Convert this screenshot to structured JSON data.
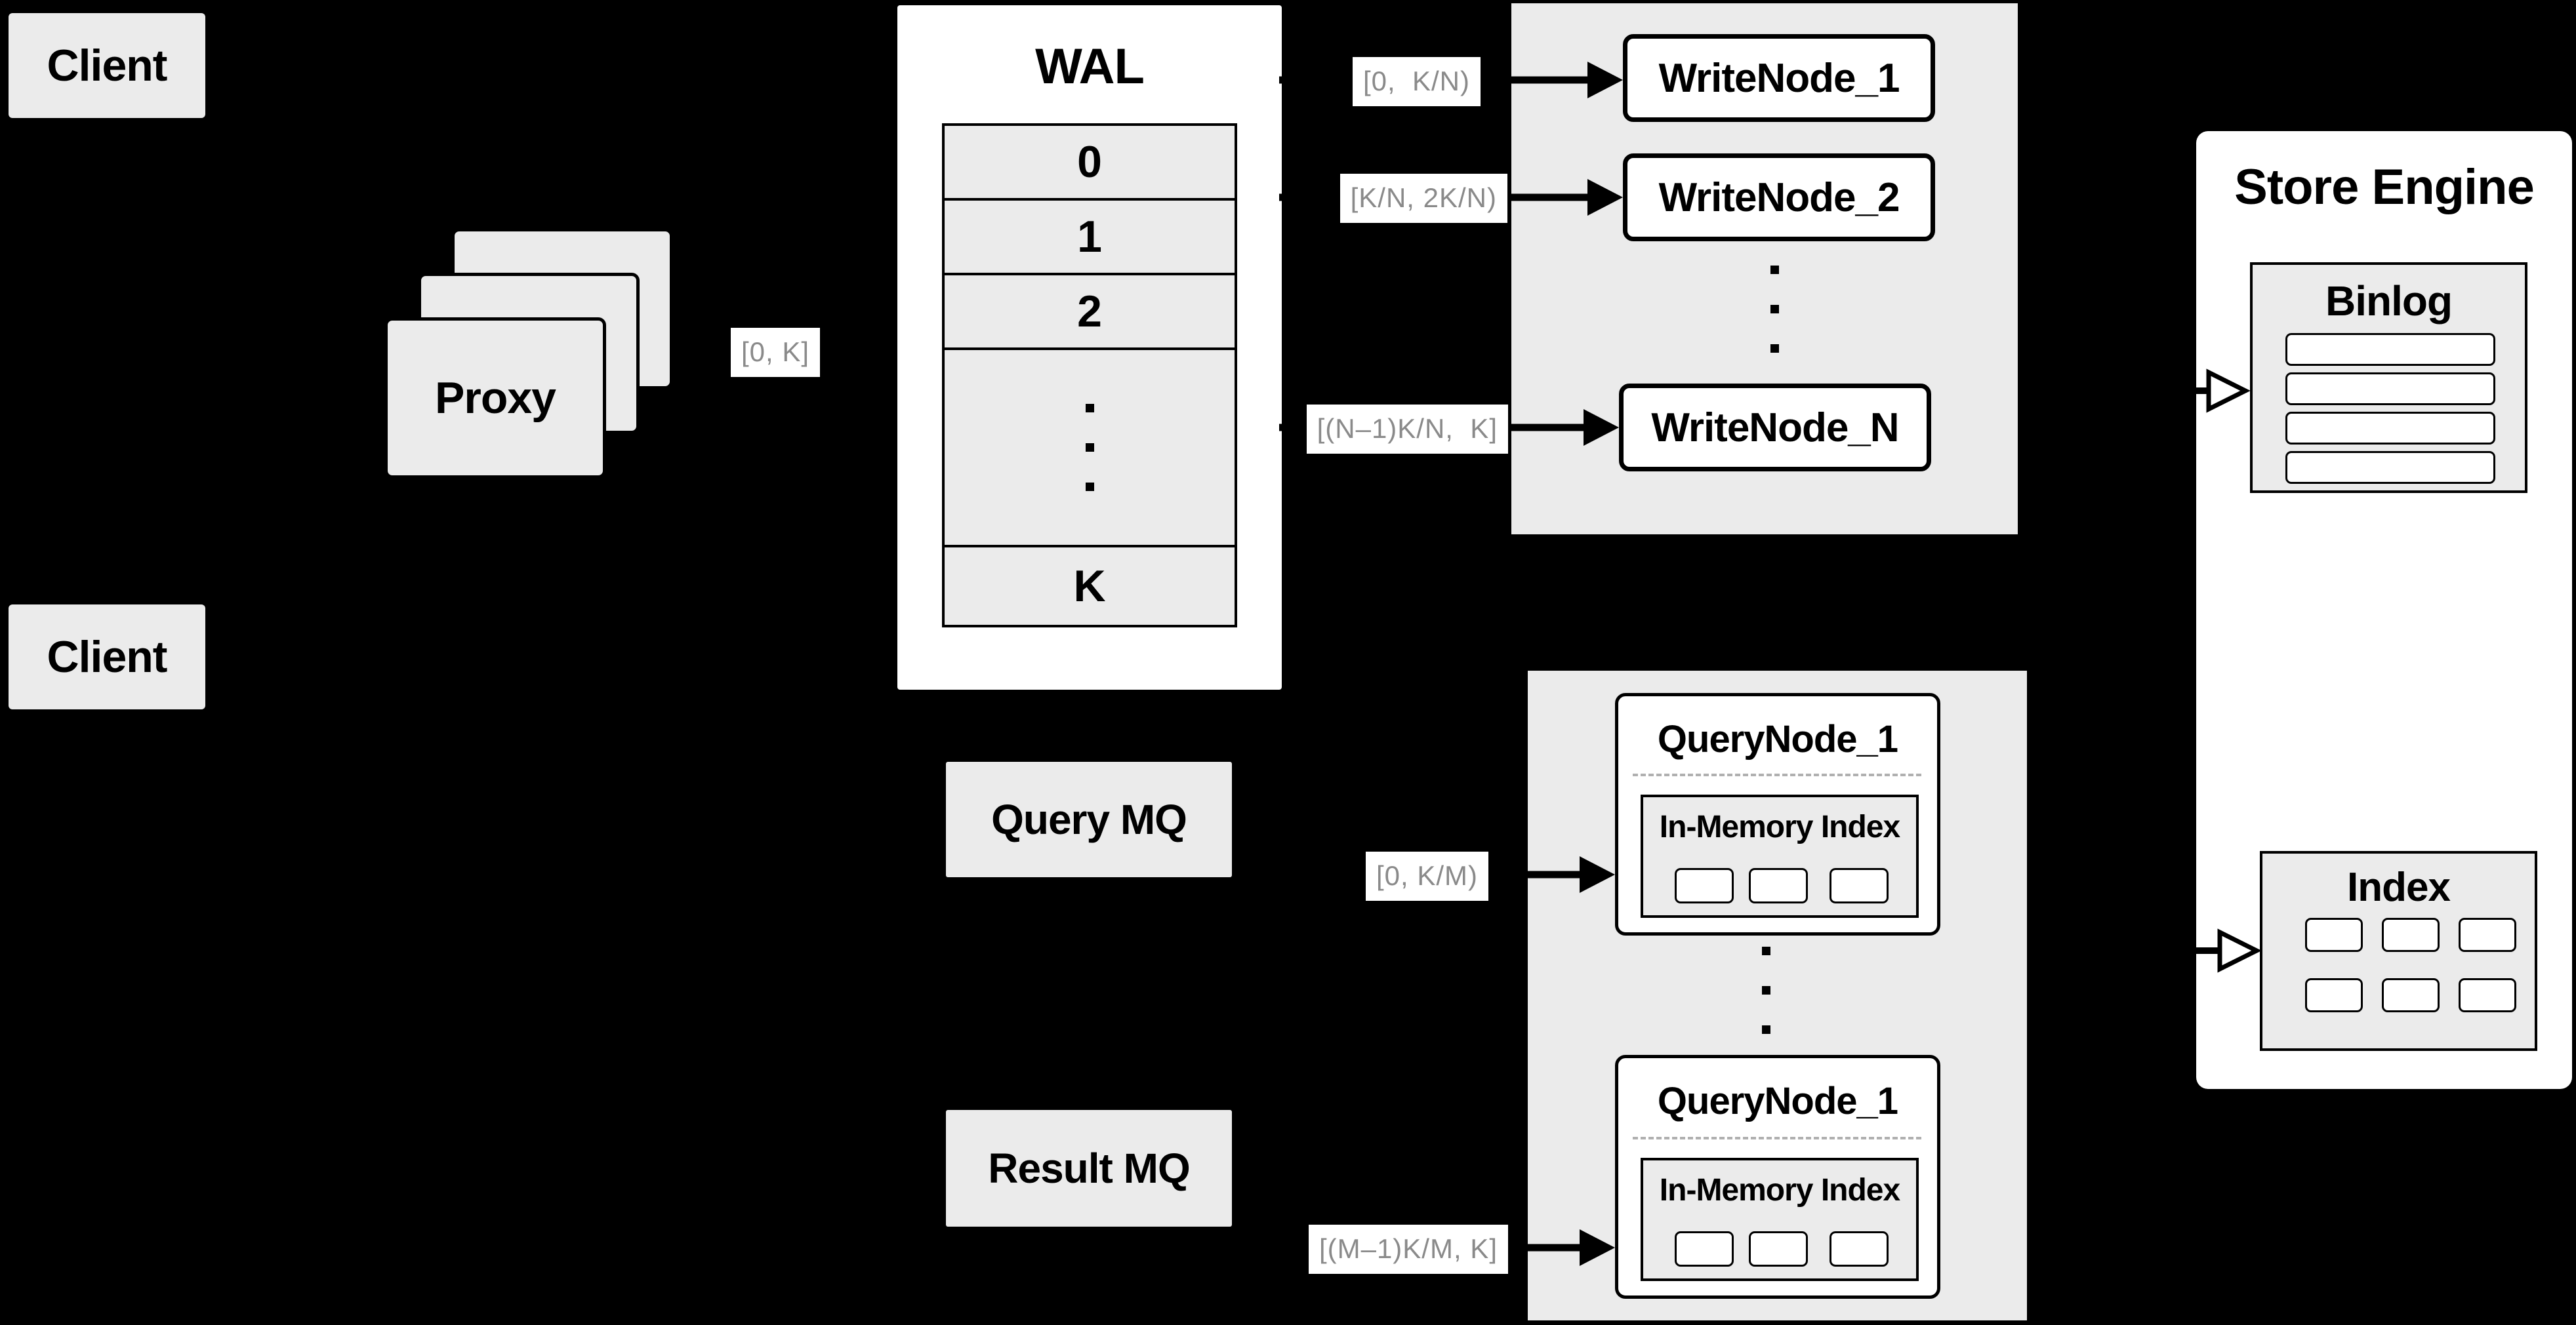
{
  "clients": {
    "top": "Client",
    "bottom": "Client"
  },
  "proxy": {
    "label": "Proxy",
    "range_out": "[0, K]"
  },
  "wal": {
    "title": "WAL",
    "rows": [
      "0",
      "1",
      "2",
      "K"
    ]
  },
  "write_section": {
    "ranges": [
      "[0,  K/N)",
      "[K/N, 2K/N)",
      "[(N–1)K/N,  K]"
    ],
    "nodes": [
      "WriteNode_1",
      "WriteNode_2",
      "WriteNode_N"
    ]
  },
  "mq": {
    "query": "Query MQ",
    "result": "Result MQ"
  },
  "query_section": {
    "ranges": [
      "[0, K/M)",
      "[(M–1)K/M, K]"
    ],
    "nodes": [
      {
        "title": "QueryNode_1",
        "inner_title": "In-Memory Index"
      },
      {
        "title": "QueryNode_1",
        "inner_title": "In-Memory Index"
      }
    ]
  },
  "store_engine": {
    "title": "Store Engine",
    "binlog_title": "Binlog",
    "index_title": "Index"
  },
  "colors": {
    "background": "#000000",
    "panel_gray": "#ebebeb",
    "card_white": "#ffffff",
    "line_black": "#000000",
    "range_text_gray": "#8a8a8a"
  }
}
